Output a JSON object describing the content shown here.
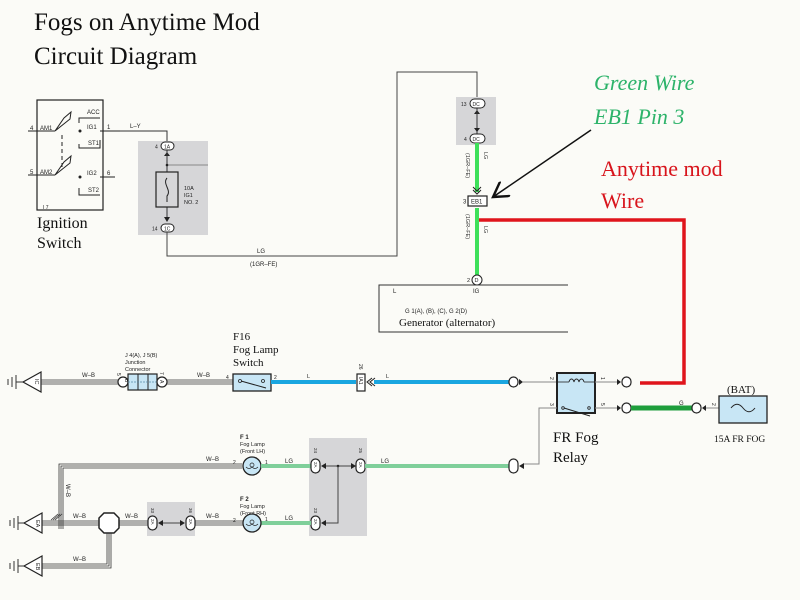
{
  "title": {
    "line1": "Fogs on Anytime Mod",
    "line2": "Circuit Diagram"
  },
  "annotations": {
    "green_wire_line1": "Green Wire",
    "green_wire_line2": "EB1 Pin 3",
    "anytime_line1": "Anytime mod",
    "anytime_line2": "Wire",
    "colors": {
      "green_text": "#2db36a",
      "red_text": "#d8141c",
      "red_wire": "#e0141c",
      "green_wire": "#3ee05a",
      "blue_wire": "#1aa6e0",
      "lg_wire": "#7fcf9a",
      "dark_green_wire": "#1e9e3c",
      "component_fill": "#c8e6f5",
      "shade": "#d6d6d8"
    }
  },
  "ignition_switch": {
    "label_line1": "Ignition",
    "label_line2": "Switch",
    "ref": "I 7",
    "pins": {
      "am1_num": "4",
      "am1": "AM1",
      "am2_num": "5",
      "am2": "AM2",
      "acc": "ACC",
      "ig1": "IG1",
      "ig1_num": "1",
      "st1": "ST1",
      "ig2": "IG2",
      "ig2_num": "6",
      "st2": "ST2"
    },
    "wire_out": "L–Y"
  },
  "fuse_ig1": {
    "rating": "10A",
    "name": "IG1",
    "number": "NO. 2",
    "top_pin_num": "4",
    "top_pin": "1A",
    "bottom_pin_num": "14",
    "bottom_pin": "1C"
  },
  "lg_run": {
    "wire": "LG",
    "note": "(1GR–FE)"
  },
  "dc_connector": {
    "top_num": "13",
    "top": "DC",
    "bottom_num": "4",
    "bottom": "DC"
  },
  "eb1": {
    "pin_num": "3",
    "label": "EB1",
    "wire_upper": "LG",
    "note_upper": "(1GR–FE)",
    "wire_lower": "LG",
    "note_lower": "(1GR–FE)"
  },
  "generator": {
    "pin_num": "2",
    "pin": "D",
    "l_label": "L",
    "ig_label": "IG",
    "refs": "G 1(A), (B), (C), G 2(D)",
    "name": "Generator (alternator)"
  },
  "fog_switch": {
    "ref": "F16",
    "line2": "Fog Lamp",
    "line3": "Switch",
    "pin_in": "4",
    "pin_out": "2"
  },
  "junction": {
    "line1": "J 4(A), J 5(B)",
    "line2": "Junction",
    "line3": "Connector",
    "pin_left_num": "5",
    "pin_left": "B",
    "pin_right_num": "7",
    "pin_right": "A"
  },
  "ground_ic": {
    "label": "IC"
  },
  "ground_ea": {
    "label": "EA"
  },
  "ground_eb": {
    "label": "EB"
  },
  "wires": {
    "wb": "W–B",
    "l": "L",
    "lg": "LG",
    "g": "G"
  },
  "ia1": {
    "pin_num": "26",
    "label": "IA1"
  },
  "relay": {
    "name_line1": "FR Fog",
    "name_line2": "Relay",
    "pin1": "1",
    "pin2": "2",
    "pin3": "3",
    "pin5": "5"
  },
  "fuse_fog": {
    "source": "(BAT)",
    "name": "15A FR FOG",
    "pin": "2"
  },
  "fog_lh": {
    "ref": "F 1",
    "line2": "Fog Lamp",
    "line3": "(Front LH)",
    "pin_in": "2",
    "pin_out": "1"
  },
  "fog_rh": {
    "ref": "F 2",
    "line2": "Fog Lamp",
    "line3": "(Front RH)",
    "pin_in": "2",
    "pin_out": "1"
  },
  "connector_2a": {
    "label": "2A",
    "pin24": "24",
    "pin25": "25",
    "pin23": "23",
    "pin33": "33",
    "pin36": "36"
  }
}
